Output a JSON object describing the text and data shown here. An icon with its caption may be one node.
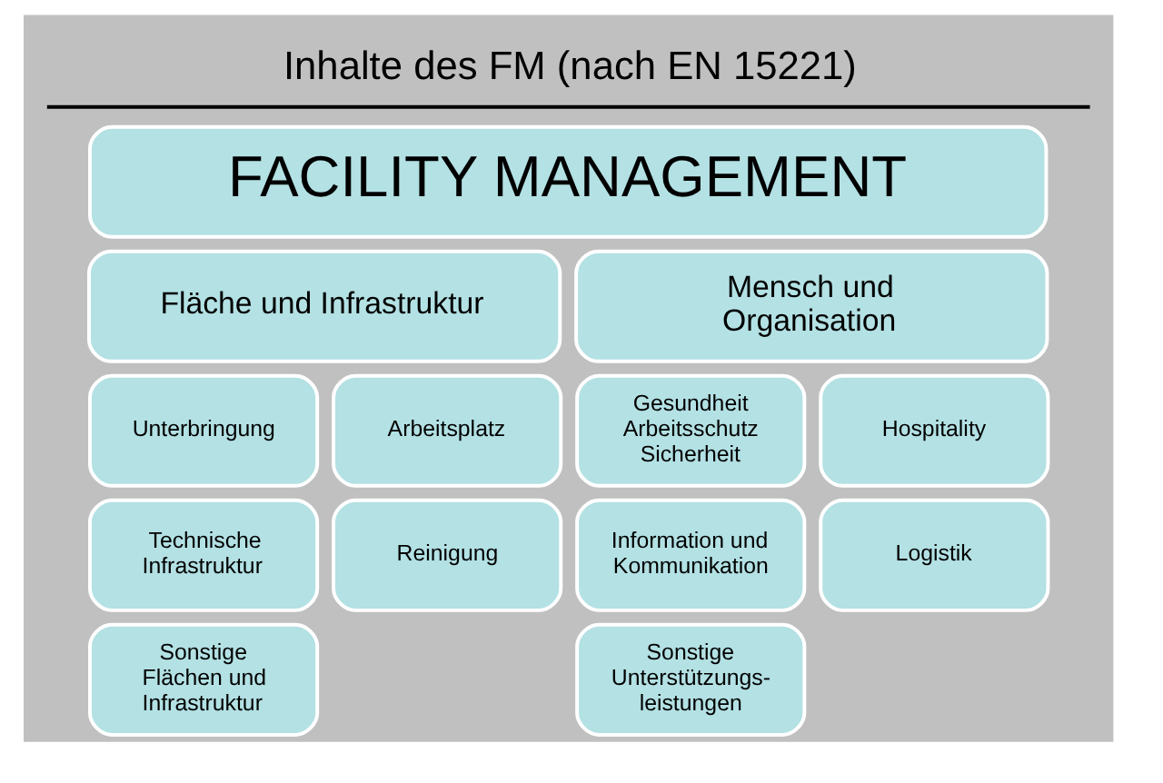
{
  "diagram": {
    "title": "Inhalte des FM (nach EN 15221)",
    "nodes": [
      {
        "text": [
          "FACILITY MANAGEMENT"
        ]
      },
      {
        "text": [
          "Fläche und Infrastruktur"
        ]
      },
      {
        "text": [
          "Mensch und Organisation"
        ]
      },
      {
        "text": [
          "Unterbringung"
        ]
      },
      {
        "text": [
          "Arbeitsplatz"
        ]
      },
      {
        "text": [
          "Technische Infrastruktur"
        ]
      },
      {
        "text": [
          "Reinigung"
        ]
      },
      {
        "text": [
          "Sonstige Flächen und Infrastruktur"
        ]
      },
      {
        "text": [
          "Gesundheit Arbeitsschutz Sicherheit"
        ]
      },
      {
        "text": [
          "Hospitality"
        ]
      },
      {
        "text": [
          "Information und Kommunikation"
        ]
      },
      {
        "text": [
          "Logistik"
        ]
      },
      {
        "text": [
          "Sonstige Unterstützungs- leistungen"
        ]
      }
    ],
    "edges": []
  }
}
